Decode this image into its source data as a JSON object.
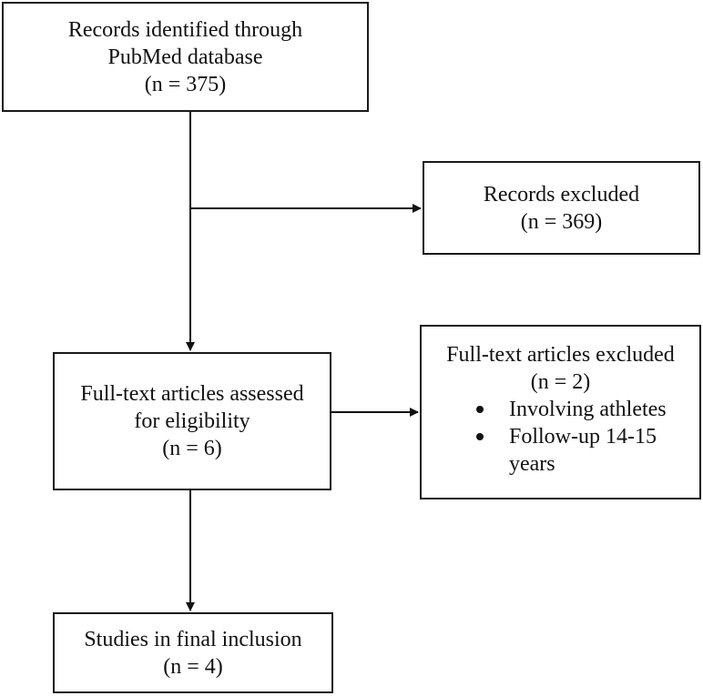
{
  "records_identified": {
    "lines": [
      "Records identified through",
      "PubMed database",
      "(n = 375)"
    ]
  },
  "records_excluded": {
    "lines": [
      "Records excluded",
      "(n = 369)"
    ]
  },
  "full_text_assessed": {
    "lines": [
      "Full-text articles assessed",
      "for eligibility",
      "(n = 6)"
    ]
  },
  "full_text_excluded": {
    "lines": [
      "Full-text articles excluded",
      "(n = 2)"
    ],
    "reasons": [
      [
        "Involving athletes"
      ],
      [
        "Follow-up 14-15",
        "years"
      ]
    ]
  },
  "final_inclusion": {
    "lines": [
      "Studies in final inclusion",
      "(n = 4)"
    ]
  }
}
